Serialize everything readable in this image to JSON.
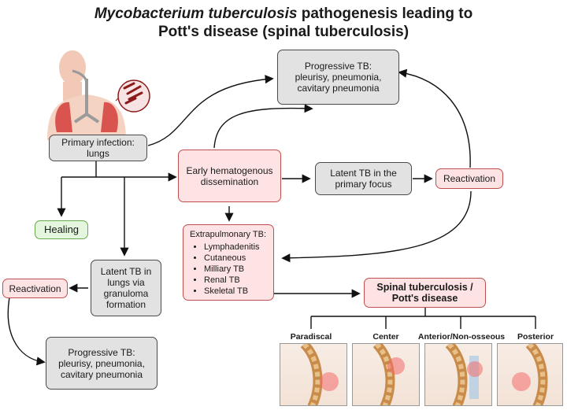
{
  "title": {
    "italic": "Mycobacterium tuberculosis",
    "rest": " pathogenesis leading to",
    "line2": "Pott's disease (spinal tuberculosis)"
  },
  "nodes": {
    "progressive_top": [
      "Progressive TB:",
      "pleurisy, pneumonia,",
      "cavitary pneumonia"
    ],
    "primary_infection": [
      "Primary infection:",
      "lungs"
    ],
    "early_dissemination": [
      "Early hematogenous",
      "dissemination"
    ],
    "latent_primary": [
      "Latent TB in the",
      "primary focus"
    ],
    "reactivation_right": "Reactivation",
    "healing": "Healing",
    "extrapulmonary": {
      "heading": "Extrapulmonary TB:",
      "items": [
        "Lymphadenitis",
        "Cutaneous",
        "Milliary TB",
        "Renal TB",
        "Skeletal TB"
      ]
    },
    "latent_lungs": [
      "Latent TB in",
      "lungs via",
      "granuloma",
      "formation"
    ],
    "reactivation_left": "Reactivation",
    "spinal": [
      "Spinal tuberculosis /",
      "Pott's disease"
    ],
    "progressive_bottom": [
      "Progressive TB:",
      "pleurisy, pneumonia,",
      "cavitary pneumonia"
    ]
  },
  "spine_types": [
    "Paradiscal",
    "Center",
    "Anterior/Non-osseous",
    "Posterior"
  ],
  "colors": {
    "gray_fill": "#e2e2e2",
    "pink_fill": "#fde3e3",
    "pink_border": "#c0504d",
    "green_fill": "#e4f6de",
    "green_border": "#6aa84f",
    "lung_red": "#d9534f",
    "bacteria_red": "#8b1a1a"
  }
}
